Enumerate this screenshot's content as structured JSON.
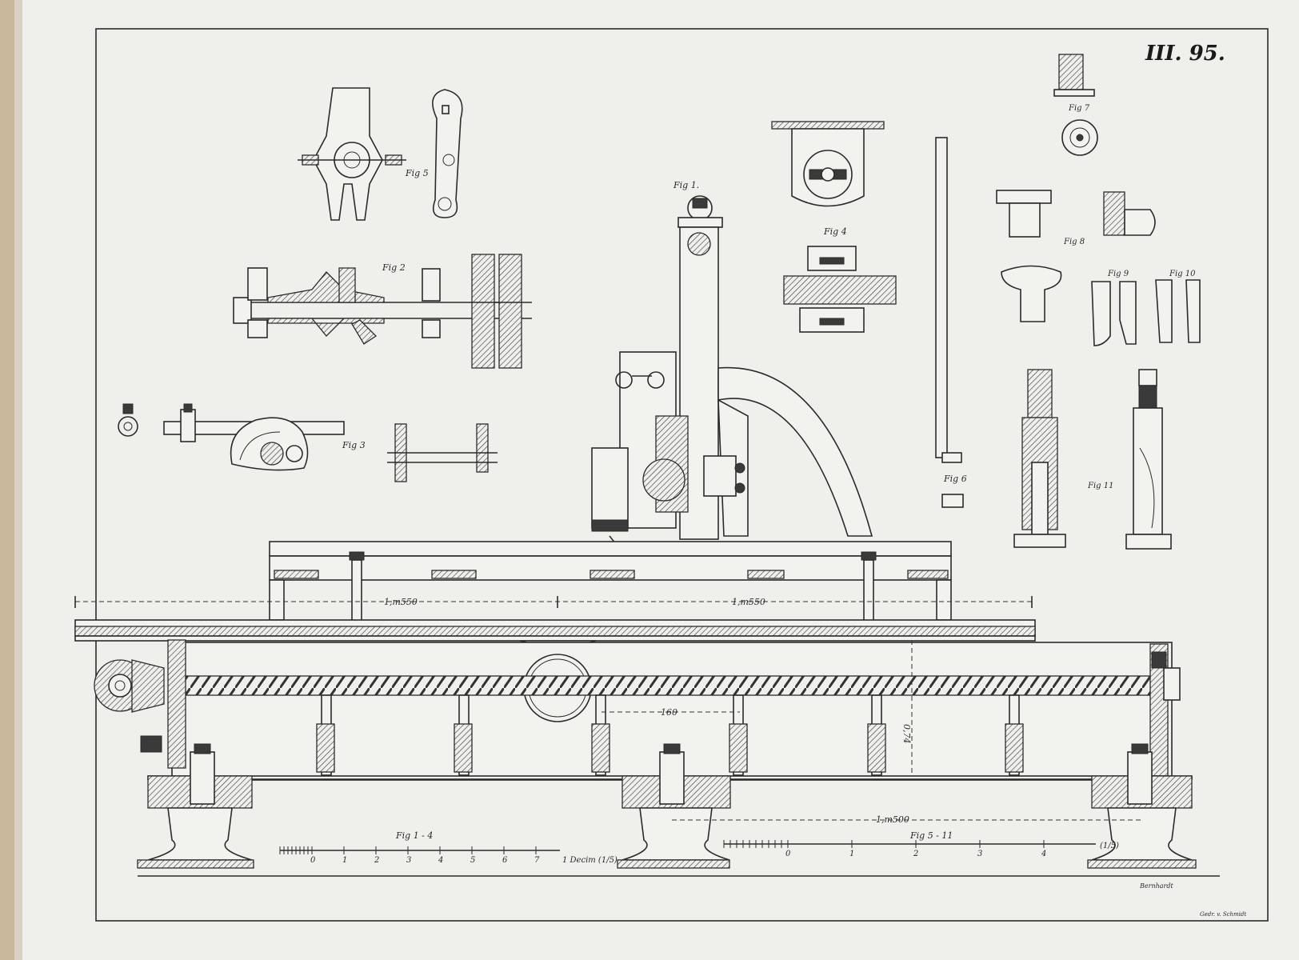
{
  "plate": {
    "number": "III. 95."
  },
  "figures": {
    "fig1": "Fig 1.",
    "fig2": "Fig 2",
    "fig3": "Fig 3",
    "fig4": "Fig 4",
    "fig5": "Fig 5",
    "fig6": "Fig 6",
    "fig7": "Fig 7",
    "fig8": "Fig 8",
    "fig9": "Fig 9",
    "fig10": "Fig 10",
    "fig11": "Fig 11"
  },
  "dimensions": {
    "left_width": "1,m550",
    "right_width": "1,m550",
    "center_gap": "160",
    "vertical": "0,74",
    "lower_width": "1,m500"
  },
  "scales": {
    "left_caption": "Fig 1 - 4",
    "left_unit": "1 Decim (1/5)",
    "left_ticks": [
      "0",
      "1",
      "2",
      "3",
      "4",
      "5",
      "6",
      "7"
    ],
    "right_caption": "Fig 5 - 11",
    "right_unit": "(1/5)",
    "right_ticks": [
      "0",
      "1",
      "2",
      "3",
      "4"
    ]
  },
  "credits": {
    "draughtsman": "Bernhardt",
    "printer": "Gedr. v. Schmidt"
  },
  "colors": {
    "paper": "#efefec",
    "ink": "#2b2b2b",
    "book_edge": "#c9b79a"
  }
}
